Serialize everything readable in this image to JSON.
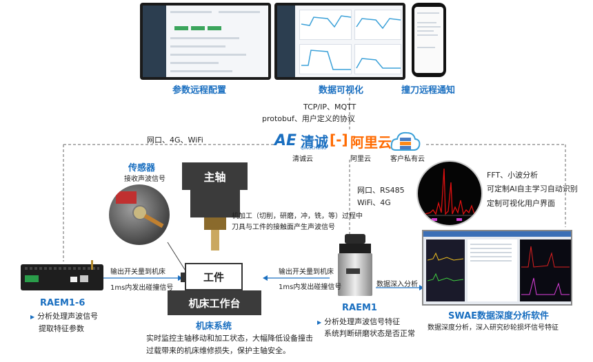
{
  "top_captions": {
    "param_config": "参数远程配置",
    "data_viz": "数据可视化",
    "tool_alert": "撞刀远程通知"
  },
  "protocols": {
    "line1": "TCP/IP、MQTT",
    "line2": "protobuf、用户定义的协议"
  },
  "left_network": "网口、4G、WiFi",
  "clouds": {
    "qingcheng_brand": "清诚",
    "qingcheng_sub": "QINGCHENG",
    "qingcheng_label": "清诚云",
    "aliyun_brand": "阿里云",
    "aliyun_label": "阿里云",
    "private_label": "客户私有云"
  },
  "right_network": {
    "line1": "网口、RS485",
    "line2": "WiFi、4G"
  },
  "sensor": {
    "title": "传感器",
    "desc": "接收声波信号"
  },
  "machine": {
    "spindle": "主轴",
    "workpiece": "工件",
    "table": "机床工作台",
    "process_line1": "机加工（切削，研磨，冲，铣，等）过程中",
    "process_line2": "刀具与工件的接触面产生声波信号",
    "system_title": "机床系统",
    "system_desc1": "实时监控主轴移动和加工状态，大幅降低设备撞击",
    "system_desc2": "过载带来的机床维修损失，保护主轴安全。"
  },
  "raem16": {
    "name": "RAEM1-6",
    "feat1": "分析处理声波信号",
    "feat2": "提取特征参数",
    "out1": "输出开关量到机床",
    "out2": "1ms内发出碰撞信号"
  },
  "raem1": {
    "name": "RAEM1",
    "feat1": "分析处理声波信号特征",
    "feat2": "系统判断研磨状态是否正常",
    "out1": "输出开关量到机床",
    "out2": "1ms内发出碰撞信号",
    "deep": "数据深入分析"
  },
  "fft": {
    "line1": "FFT、小波分析",
    "line2": "可定制AI自主学习自动识别",
    "line3": "定制可视化用户界面"
  },
  "swae": {
    "title": "SWAE数据深度分析软件",
    "desc": "数据深度分析，深入研究砂轮损坏信号特征"
  },
  "colors": {
    "accent": "#1a6fc0",
    "machine_dark": "#3b3b3b",
    "fft_signal": "#e01010"
  }
}
